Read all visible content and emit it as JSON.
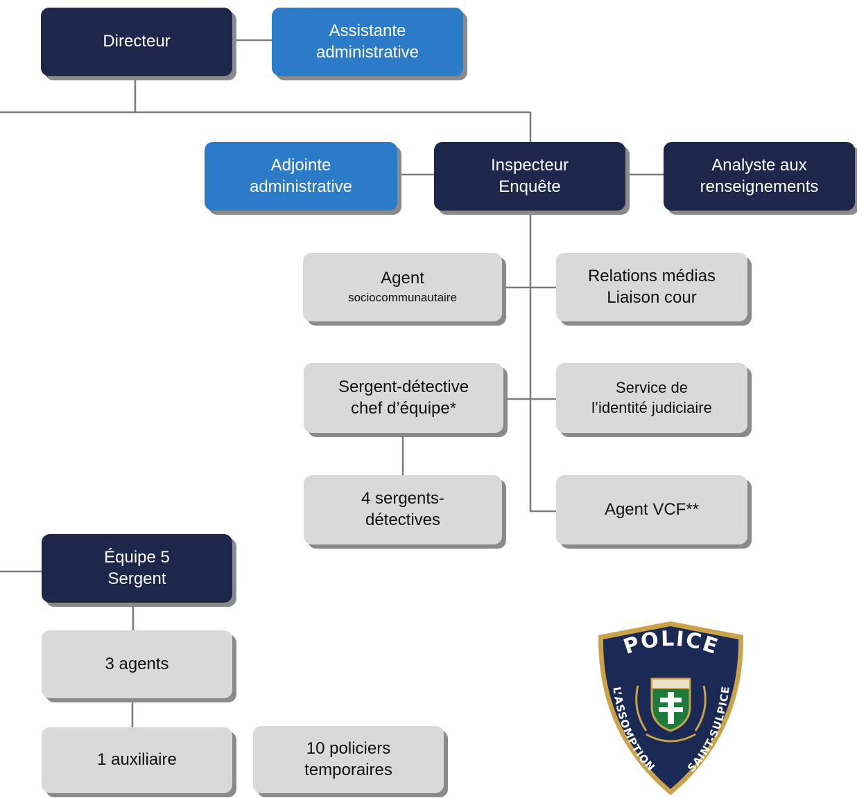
{
  "nodes": {
    "directeur": [
      "Directeur"
    ],
    "assistante": [
      "Assistante",
      "administrative"
    ],
    "adjointe": [
      "Adjointe",
      "administrative"
    ],
    "inspecteur": [
      "Inspecteur",
      "Enquête"
    ],
    "analyste": [
      "Analyste aux",
      "renseignements"
    ],
    "agent_socio": [
      "Agent",
      "sociocommunautaire"
    ],
    "relations": [
      "Relations médias",
      "Liaison cour"
    ],
    "sergent_detective": [
      "Sergent-détective",
      "chef d’équipe*"
    ],
    "identite": [
      "Service de",
      "l’identité judiciaire"
    ],
    "sergents": [
      "4 sergents-",
      "détectives"
    ],
    "agent_vcf": [
      "Agent VCF**"
    ],
    "equipe5": [
      "Équipe 5",
      "Sergent"
    ],
    "agents3": [
      "3 agents"
    ],
    "auxiliaire": [
      "1 auxiliaire"
    ],
    "policiers": [
      "10 policiers",
      "temporaires"
    ]
  },
  "logo": {
    "top_text": "POLICE",
    "left_text": "L’ASSOMPTION",
    "right_text": "SAINT-SULPICE"
  },
  "colors": {
    "dark_box": "#1c274b",
    "blue_box": "#2b7bc9",
    "grey_box": "#d9d9d9",
    "connector": "#7a7a7a"
  }
}
